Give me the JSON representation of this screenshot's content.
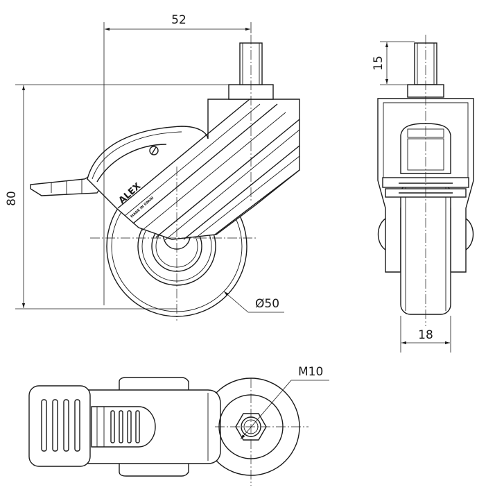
{
  "dimensions": {
    "width_top": "52",
    "height_total": "80",
    "stem_length": "15",
    "wheel_diameter": "Ø50",
    "wheel_width": "18",
    "thread": "M10"
  },
  "markings": {
    "brand": "ALEX",
    "origin": "MADE IN SPAIN"
  }
}
